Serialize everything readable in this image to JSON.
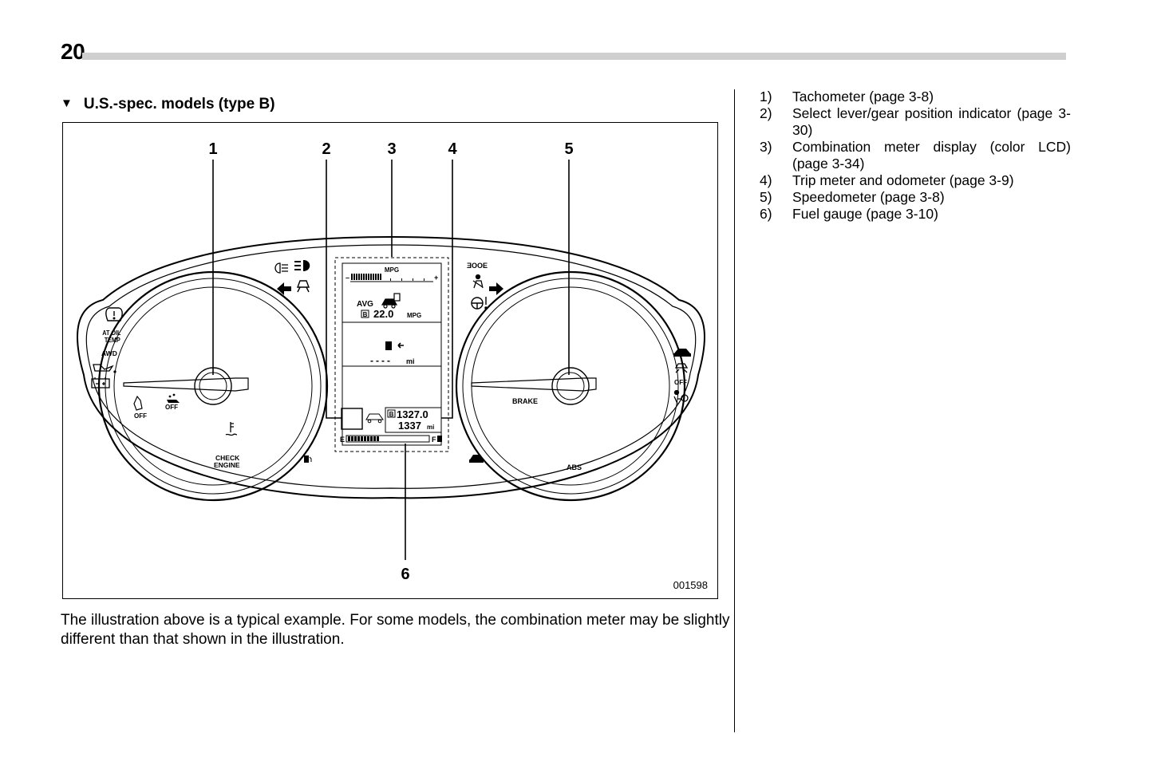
{
  "page": {
    "number": "20"
  },
  "section": {
    "heading": "U.S.-spec. models (type B)"
  },
  "figure": {
    "id": "001598",
    "callouts": [
      "1",
      "2",
      "3",
      "4",
      "5",
      "6"
    ],
    "display": {
      "mpg_bar_label": "MPG",
      "bar_minus": "–",
      "bar_plus": "+",
      "avg_label": "AVG",
      "avg_badge": "B",
      "avg_value": "22.0",
      "avg_unit": "MPG",
      "range_value": "----",
      "range_unit": "mi",
      "trip_badge": "B",
      "trip_value": "1327.0",
      "odo_value": "1337",
      "odo_unit": "mi",
      "fuel_empty": "E",
      "fuel_full": "F"
    },
    "gauge_labels": {
      "at_oil_temp_line1": "AT OIL",
      "at_oil_temp_line2": "TEMP",
      "awd": "AWD",
      "off_left_1": "OFF",
      "off_left_2": "OFF",
      "check_engine_line1": "CHECK",
      "check_engine_line2": "ENGINE",
      "brake": "BRAKE",
      "abs": "ABS",
      "off_right": "OFF",
      "eco_indicator": "ƎOOE"
    }
  },
  "caption": "The illustration above is a typical example. For some models, the combination meter may be slightly different than that shown in the illustration.",
  "legend": [
    {
      "num": "1)",
      "text": "Tachometer (page 3-8)"
    },
    {
      "num": "2)",
      "text": "Select lever/gear position indicator (page 3-30)"
    },
    {
      "num": "3)",
      "text": "Combination meter display (color LCD) (page 3-34)"
    },
    {
      "num": "4)",
      "text": "Trip meter and odometer (page 3-9)"
    },
    {
      "num": "5)",
      "text": "Speedometer (page 3-8)"
    },
    {
      "num": "6)",
      "text": "Fuel gauge (page 3-10)"
    }
  ]
}
